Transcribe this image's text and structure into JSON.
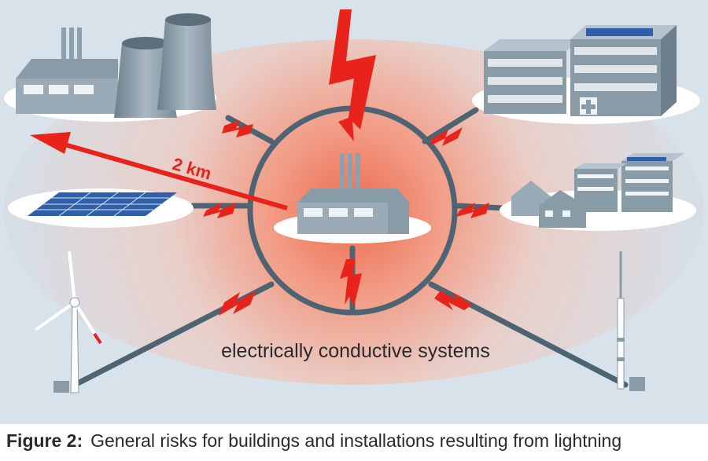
{
  "diagram": {
    "distance_label": "2 km",
    "systems_label": "electrically conductive systems"
  },
  "caption": {
    "label": "Figure 2:",
    "text": "General risks for buildings and installations resulting from lightning"
  },
  "colors": {
    "lightning_red": "#e8231c",
    "background_blue": "#d6e1ea",
    "glow_inner": "#ec6a4e",
    "structure_gray": "#8a9ba8",
    "line_gray": "#4f6472",
    "solar_blue": "#2f5fa8"
  }
}
